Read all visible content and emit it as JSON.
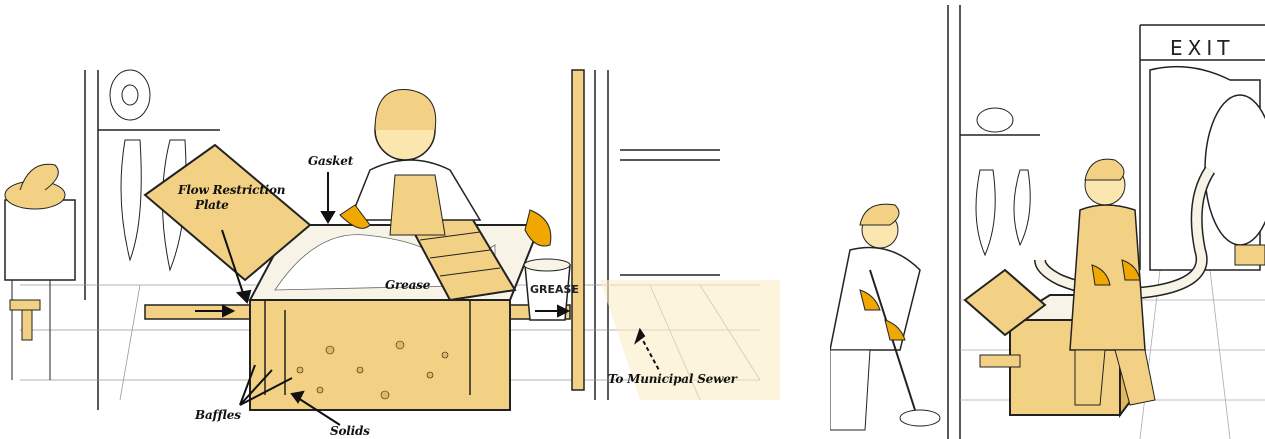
{
  "labels": {
    "flow_restriction_plate": "Flow Restriction",
    "flow_restriction_plate_line2": "Plate",
    "gasket": "Gasket",
    "grease": "Grease",
    "grease_bucket": "GREASE",
    "baffles": "Baffles",
    "solids": "Solids",
    "to_municipal_sewer": "To Municipal Sewer",
    "exit_sign": "EXIT"
  },
  "colors": {
    "trap_fill": "#f2d184",
    "trap_shade": "#e3b85c",
    "outline": "#222222",
    "glove": "#f0a800",
    "grease_water": "#f7f3e6"
  }
}
